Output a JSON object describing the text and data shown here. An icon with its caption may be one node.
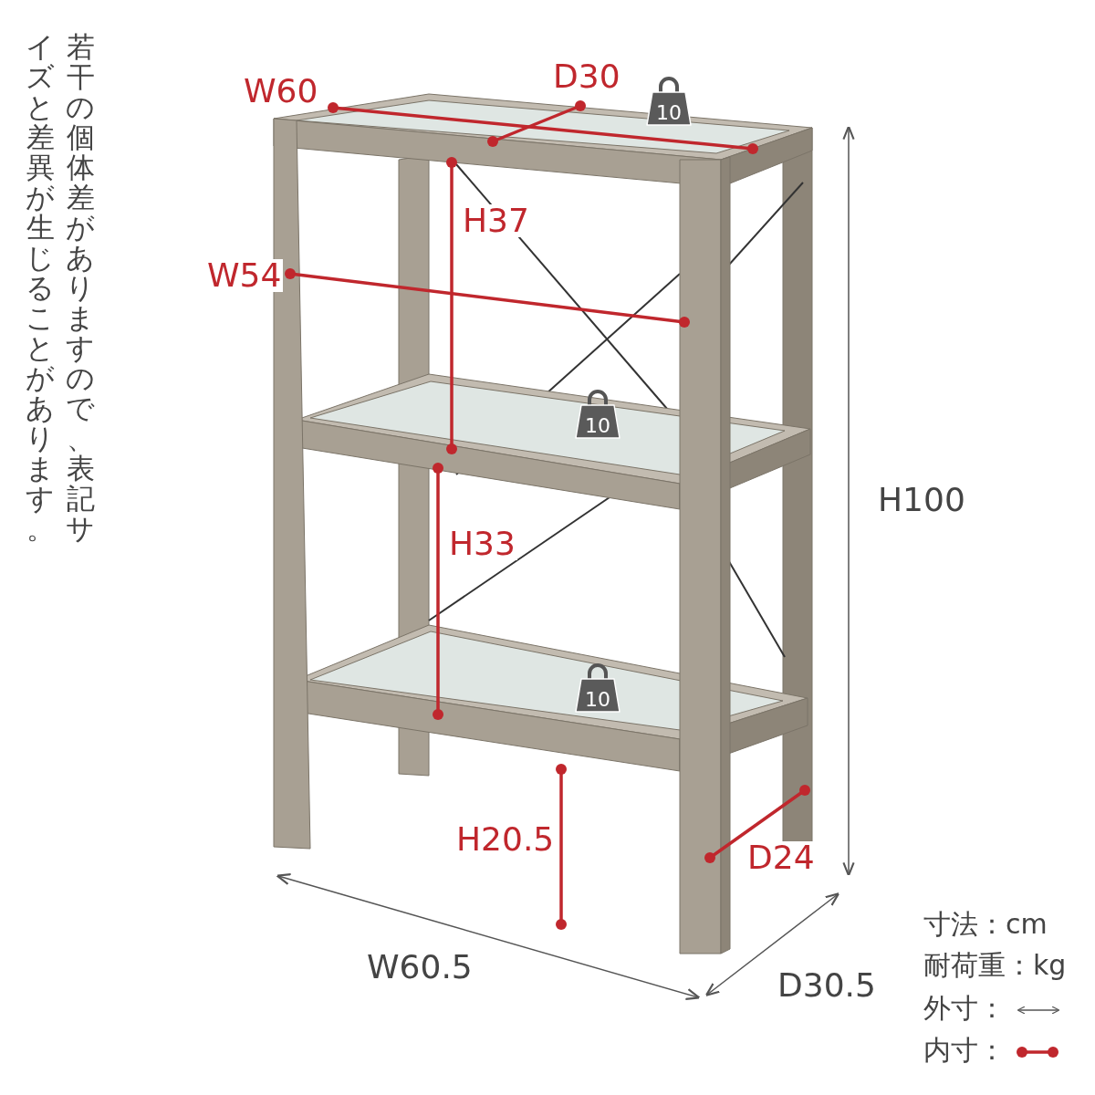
{
  "diagram": {
    "labels": [
      "若干の個体差がありますので、表記サイズと差異が生じることがあります。",
      "W60",
      "D30",
      "10",
      "H37",
      "W54",
      "H100",
      "10",
      "H33",
      "10",
      "H20.5",
      "D24",
      "W60.5",
      "D30.5",
      "寸法：cm",
      "耐荷重：kg"
    ],
    "legend": [
      {
        "text": "外寸："
      },
      {
        "text": "内寸："
      }
    ]
  }
}
